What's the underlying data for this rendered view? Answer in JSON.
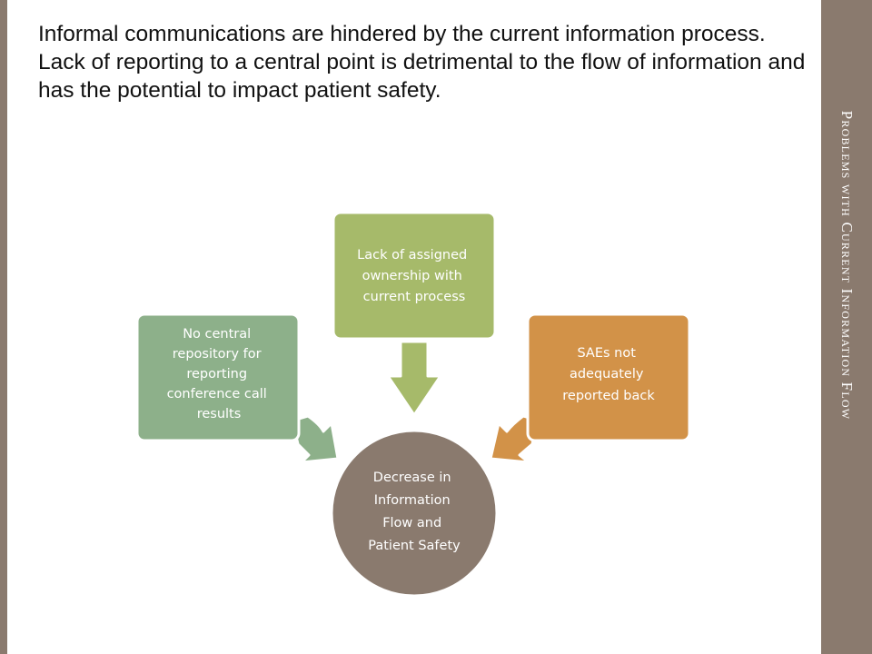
{
  "slide": {
    "title": "Problems with Current Information Flow",
    "body": "Informal communications are hindered by the current information process. Lack of reporting to a central point is detrimental to the flow of information and has the potential to impact patient safety."
  },
  "diagram": {
    "center": {
      "lines": [
        "Decrease in",
        "Information",
        "Flow and",
        "Patient Safety"
      ],
      "color": "#8a7a6e"
    },
    "causes": [
      {
        "lines": [
          "No central",
          "repository for",
          "reporting",
          "conference call",
          "results"
        ],
        "color": "#8db08a"
      },
      {
        "lines": [
          "Lack of assigned",
          "ownership with",
          "current process"
        ],
        "color": "#a6ba6a"
      },
      {
        "lines": [
          "SAEs not",
          "adequately",
          "reported back"
        ],
        "color": "#d29248"
      }
    ]
  },
  "colors": {
    "panel": "#8a7a6e",
    "text": "#111111",
    "node_text": "#ffffff"
  }
}
